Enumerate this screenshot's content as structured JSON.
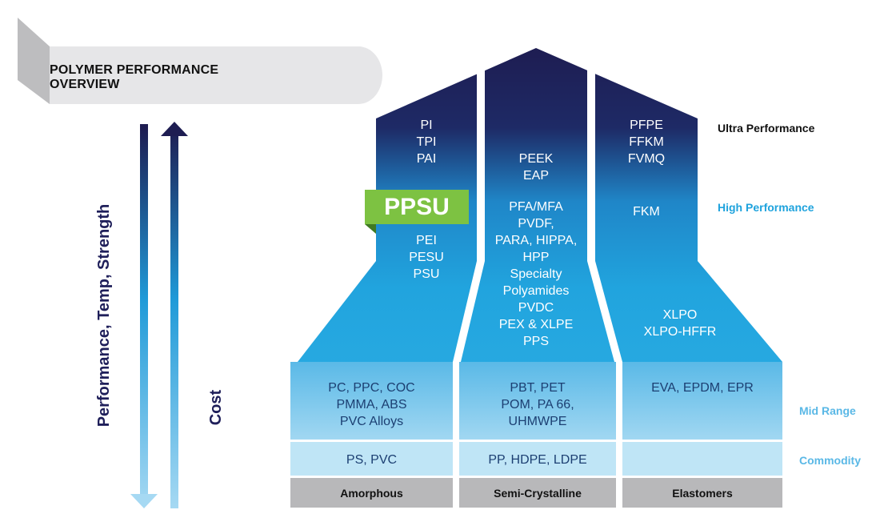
{
  "title": "POLYMER PERFORMANCE OVERVIEW",
  "axes": {
    "performance": "Performance, Temp, Strength",
    "cost": "Cost"
  },
  "tiers": {
    "ultra": "Ultra Performance",
    "high": "High Performance",
    "mid": "Mid Range",
    "commodity": "Commodity"
  },
  "categories": {
    "amorphous": "Amorphous",
    "semi": "Semi-Crystalline",
    "elastomers": "Elastomers"
  },
  "highlight": "PPSU",
  "amorphous": {
    "ultra": [
      "PI",
      "TPI",
      "PAI"
    ],
    "high": [
      "PEI",
      "PESU",
      "PSU"
    ],
    "mid": [
      "PC, PPC, COC",
      "PMMA, ABS",
      "PVC Alloys"
    ],
    "commodity": [
      "PS, PVC"
    ]
  },
  "semi": {
    "upper": [
      "PEEK",
      "EAP"
    ],
    "high": [
      "PFA/MFA",
      "PVDF,",
      "PARA, HIPPA,",
      "HPP",
      "Specialty",
      "Polyamides",
      "PVDC",
      "PEX & XLPE",
      "PPS"
    ],
    "mid": [
      "PBT, PET",
      "POM, PA 66,",
      "UHMWPE"
    ],
    "commodity": [
      "PP, HDPE, LDPE"
    ]
  },
  "elastomers": {
    "ultra": [
      "PFPE",
      "FFKM",
      "FVMQ"
    ],
    "high": [
      "FKM"
    ],
    "lower": [
      "XLPO",
      "XLPO-HFFR"
    ],
    "mid": [
      "EVA, EPDM, EPR"
    ]
  },
  "colors": {
    "navy": "#1e1d52",
    "blue": "#1fa3dd",
    "light_blue": "#bfe5f6",
    "green": "#7dc242",
    "gray": "#b8b8ba",
    "tier_light": "#5ab8e6"
  }
}
